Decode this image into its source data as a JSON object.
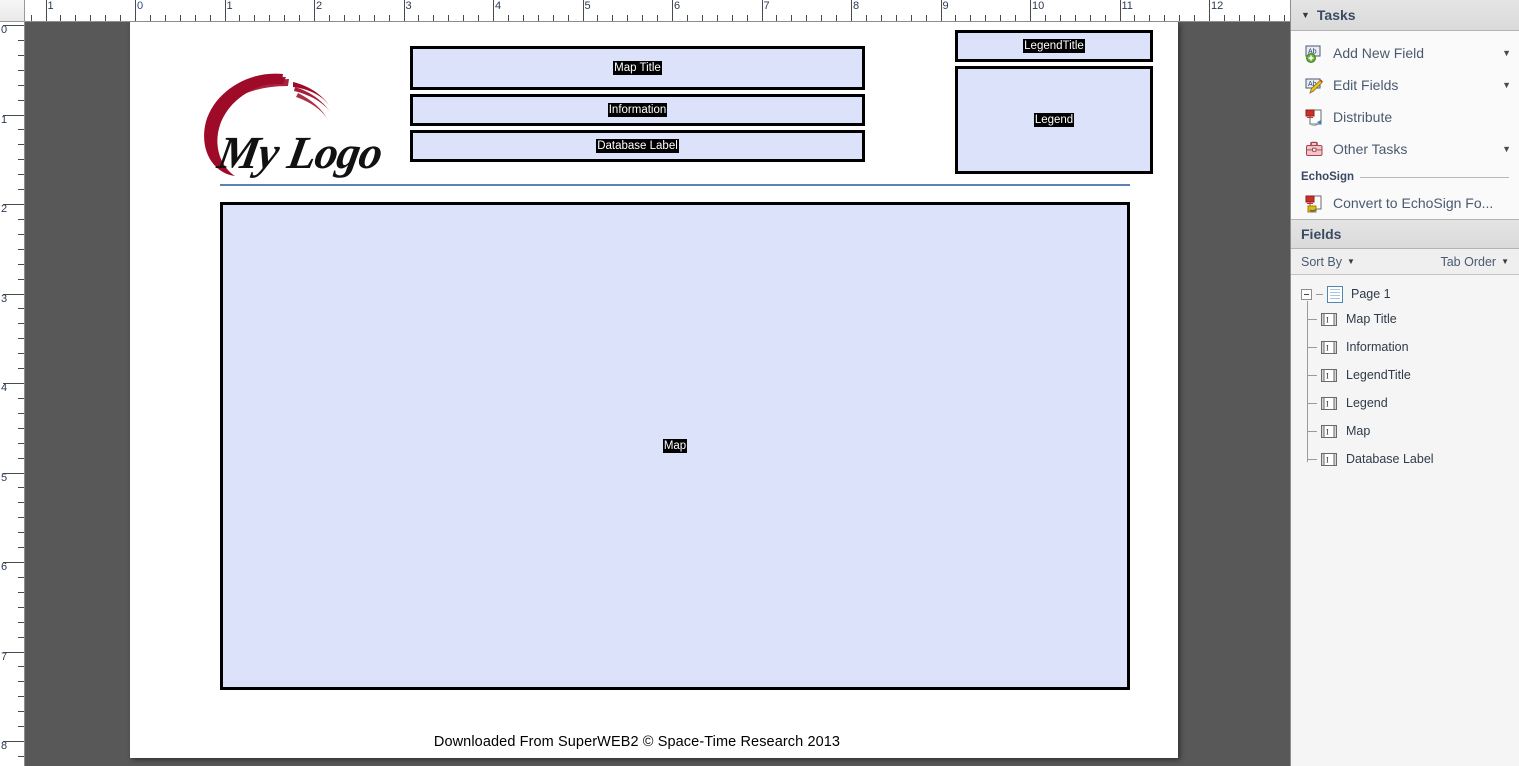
{
  "rulers": {
    "horizontal": {
      "unit": "inch",
      "labels": [
        "1",
        "0",
        "1",
        "2",
        "3",
        "4",
        "5",
        "6",
        "7",
        "8",
        "9",
        "10",
        "11",
        "12"
      ],
      "origin_index": 1
    },
    "vertical": {
      "unit": "inch",
      "labels": [
        "0",
        "1",
        "2",
        "3",
        "4",
        "5",
        "6",
        "7",
        "8"
      ]
    }
  },
  "document": {
    "logo": {
      "name": "my-logo",
      "text": "My Logo",
      "accent_color": "#9e0b28"
    },
    "fields": [
      {
        "id": "map-title",
        "label": "Map Title"
      },
      {
        "id": "information",
        "label": "Information"
      },
      {
        "id": "database-label",
        "label": "Database Label"
      },
      {
        "id": "legend-title",
        "label": "LegendTitle"
      },
      {
        "id": "legend",
        "label": "Legend"
      },
      {
        "id": "map",
        "label": "Map"
      }
    ],
    "footer": "Downloaded From SuperWEB2 © Space-Time Research 2013",
    "field_fill_color": "#dde2fb",
    "divider_color": "#5a82b5"
  },
  "panel": {
    "tasks": {
      "title": "Tasks",
      "items": [
        {
          "label": "Add New Field",
          "icon": "add-field-icon",
          "has_caret": true
        },
        {
          "label": "Edit Fields",
          "icon": "edit-fields-icon",
          "has_caret": true
        },
        {
          "label": "Distribute",
          "icon": "distribute-icon",
          "has_caret": false
        },
        {
          "label": "Other Tasks",
          "icon": "other-tasks-icon",
          "has_caret": true
        }
      ],
      "echosign": {
        "group_label": "EchoSign",
        "item": {
          "label": "Convert to EchoSign Fo...",
          "icon": "echosign-convert-icon"
        }
      }
    },
    "fields": {
      "title": "Fields",
      "sort_by_label": "Sort By",
      "tab_order_label": "Tab Order",
      "tree": {
        "root": "Page 1",
        "items": [
          {
            "label": "Map Title"
          },
          {
            "label": "Information"
          },
          {
            "label": "LegendTitle"
          },
          {
            "label": "Legend"
          },
          {
            "label": "Map"
          },
          {
            "label": "Database Label"
          }
        ]
      }
    }
  }
}
